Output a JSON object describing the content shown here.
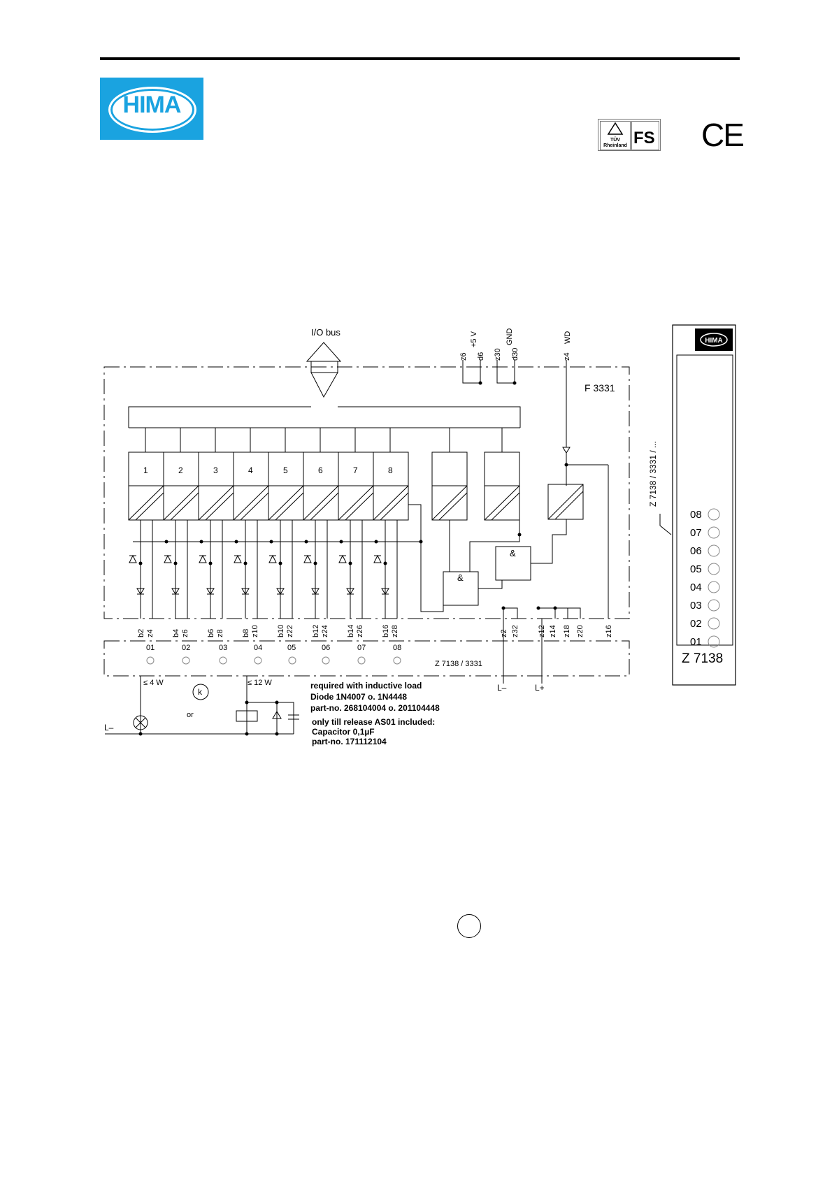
{
  "header": {
    "logo_text": "HIMA",
    "cert_tuv": "TÜV Rheinland",
    "cert_fs": "FS",
    "ce_mark": "CE"
  },
  "diagram": {
    "io_bus": "I/O bus",
    "supply": {
      "v5": "+5 V",
      "gnd": "GND",
      "wd": "WD"
    },
    "supply_pins": [
      "z6",
      "d6",
      "z30",
      "d30",
      "z4"
    ],
    "module_name": "F 3331",
    "channels": [
      "1",
      "2",
      "3",
      "4",
      "5",
      "6",
      "7",
      "8"
    ],
    "gate": "&",
    "pins_bottom": [
      "b2",
      "z4",
      "b4",
      "z6",
      "b6",
      "z8",
      "b8",
      "z10",
      "b10",
      "z22",
      "b12",
      "z24",
      "b14",
      "z26",
      "b16",
      "z28",
      "z2",
      "z32",
      "z12",
      "z14",
      "z18",
      "z20",
      "z16"
    ],
    "terminal_numbers": [
      "01",
      "02",
      "03",
      "04",
      "05",
      "06",
      "07",
      "08"
    ],
    "cable_label": "Z 7138 / 3331",
    "l_minus": "L–",
    "l_plus": "L+",
    "lamp_power": "≤ 4 W",
    "relay_power": "≤ 12 W",
    "relay_symbol": "k",
    "or": "or",
    "note1": "required with inductive load",
    "note2": "Diode 1N4007 o. 1N4448",
    "note3": "part-no. 268104004 o. 201104448",
    "note4": "only till release AS01 included:",
    "note5": "Capacitor 0,1µF",
    "note6": "part-no. 171112104"
  },
  "front_plate": {
    "brand": "HIMA",
    "side_label": "Z 7138 / 3331 / ...",
    "leds": [
      "08",
      "07",
      "06",
      "05",
      "04",
      "03",
      "02",
      "01"
    ],
    "title": "Z 7138"
  }
}
